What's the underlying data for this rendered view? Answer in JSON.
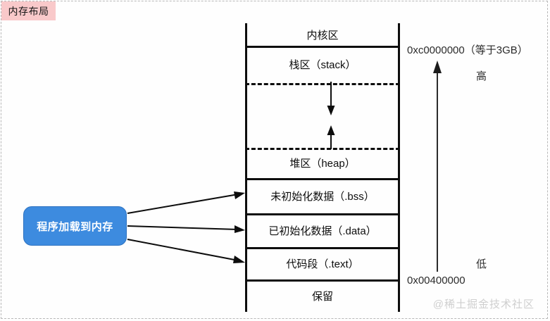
{
  "title": {
    "text": "内存布局"
  },
  "memory_map": {
    "regions": [
      {
        "id": "kernel",
        "label": "内核区"
      },
      {
        "id": "stack",
        "label": "栈区（stack）"
      },
      {
        "id": "gap",
        "label": ""
      },
      {
        "id": "heap",
        "label": "堆区（heap）"
      },
      {
        "id": "bss",
        "label": "未初始化数据（.bss）"
      },
      {
        "id": "data",
        "label": "已初始化数据（.data）"
      },
      {
        "id": "text",
        "label": "代码段（.text）"
      },
      {
        "id": "reserved",
        "label": "保留"
      }
    ],
    "growth": {
      "stack_direction": "down",
      "heap_direction": "up"
    }
  },
  "annotations": {
    "high_address": "0xc0000000（等于3GB）",
    "high_label": "高",
    "low_label": "低",
    "low_address": "0x00400000"
  },
  "source_node": {
    "label": "程序加载到内存",
    "targets": [
      "未初始化数据（.bss）",
      "已初始化数据（.data）",
      "代码段（.text）"
    ],
    "color": "#3d8bdf"
  },
  "watermark": {
    "text": "@稀土掘金技术社区"
  },
  "colors": {
    "title_background": "#f9c9ca",
    "node_fill": "#3d8bdf",
    "line": "#0d0d0d",
    "watermark": "#cfcfcf"
  }
}
